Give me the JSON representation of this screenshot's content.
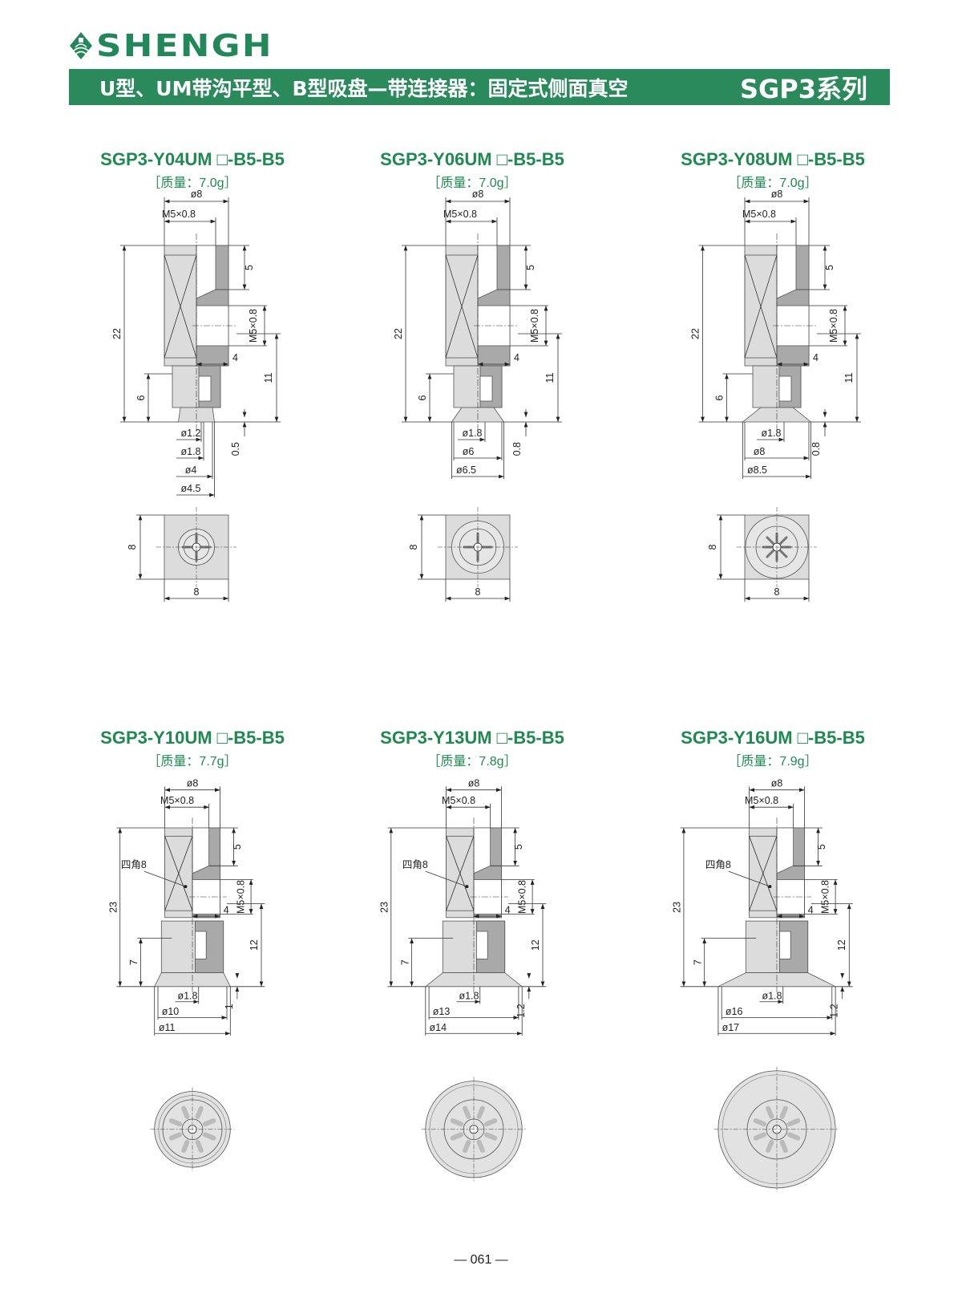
{
  "header": {
    "brand": "SHENGH",
    "title": "U型、UM带沟平型、B型吸盘—带连接器：固定式侧面真空",
    "series": "SGP3系列"
  },
  "colors": {
    "brand_green": "#2a8a5c",
    "title_green": "#1e8a50"
  },
  "parts": [
    {
      "model": "SGP3-Y04UM □-B5-B5",
      "weight": "［质量：7.0g］",
      "type": "square",
      "dims": {
        "body_dia": "ø8",
        "top_thread": "M5×0.8",
        "height": "22",
        "neck": "6",
        "hole_depth": "5",
        "port_thread": "M5×0.8",
        "port_height": "11",
        "port_width": "4",
        "lip": "0.5",
        "bottom_dias": [
          "ø1.2",
          "ø1.8",
          "ø4",
          "ø4.5"
        ],
        "plan_h": "8",
        "plan_w": "8"
      }
    },
    {
      "model": "SGP3-Y06UM □-B5-B5",
      "weight": "［质量：7.0g］",
      "type": "square",
      "dims": {
        "body_dia": "ø8",
        "top_thread": "M5×0.8",
        "height": "22",
        "neck": "6",
        "hole_depth": "5",
        "port_thread": "M5×0.8",
        "port_height": "11",
        "port_width": "4",
        "lip": "0.8",
        "bottom_dias": [
          "ø1.8",
          "ø6",
          "ø6.5"
        ],
        "plan_h": "8",
        "plan_w": "8"
      }
    },
    {
      "model": "SGP3-Y08UM □-B5-B5",
      "weight": "［质量：7.0g］",
      "type": "square",
      "dims": {
        "body_dia": "ø8",
        "top_thread": "M5×0.8",
        "height": "22",
        "neck": "6",
        "hole_depth": "5",
        "port_thread": "M5×0.8",
        "port_height": "11",
        "port_width": "4",
        "lip": "0.8",
        "bottom_dias": [
          "ø1.8",
          "ø8",
          "ø8.5"
        ],
        "plan_h": "8",
        "plan_w": "8"
      }
    },
    {
      "model": "SGP3-Y10UM □-B5-B5",
      "weight": "［质量：7.7g］",
      "type": "cup",
      "dims": {
        "body_dia": "ø8",
        "top_thread": "M5×0.8",
        "corner": "四角8",
        "height": "23",
        "neck": "7",
        "hole_depth": "5",
        "port_thread": "M5×0.8",
        "port_height": "12",
        "port_width": "4",
        "lip": "1",
        "bottom_dias": [
          "ø1.8",
          "ø10",
          "ø11"
        ]
      }
    },
    {
      "model": "SGP3-Y13UM □-B5-B5",
      "weight": "［质量：7.8g］",
      "type": "cup",
      "dims": {
        "body_dia": "ø8",
        "top_thread": "M5×0.8",
        "corner": "四角8",
        "height": "23",
        "neck": "7",
        "hole_depth": "5",
        "port_thread": "M5×0.8",
        "port_height": "12",
        "port_width": "4",
        "lip": "1.2",
        "bottom_dias": [
          "ø1.8",
          "ø13",
          "ø14"
        ]
      }
    },
    {
      "model": "SGP3-Y16UM □-B5-B5",
      "weight": "［质量：7.9g］",
      "type": "cup",
      "dims": {
        "body_dia": "ø8",
        "top_thread": "M5×0.8",
        "corner": "四角8",
        "height": "23",
        "neck": "7",
        "hole_depth": "5",
        "port_thread": "M5×0.8",
        "port_height": "12",
        "port_width": "4",
        "lip": "1.2",
        "bottom_dias": [
          "ø1.8",
          "ø16",
          "ø17"
        ]
      }
    }
  ],
  "page_number": "— 061 —"
}
